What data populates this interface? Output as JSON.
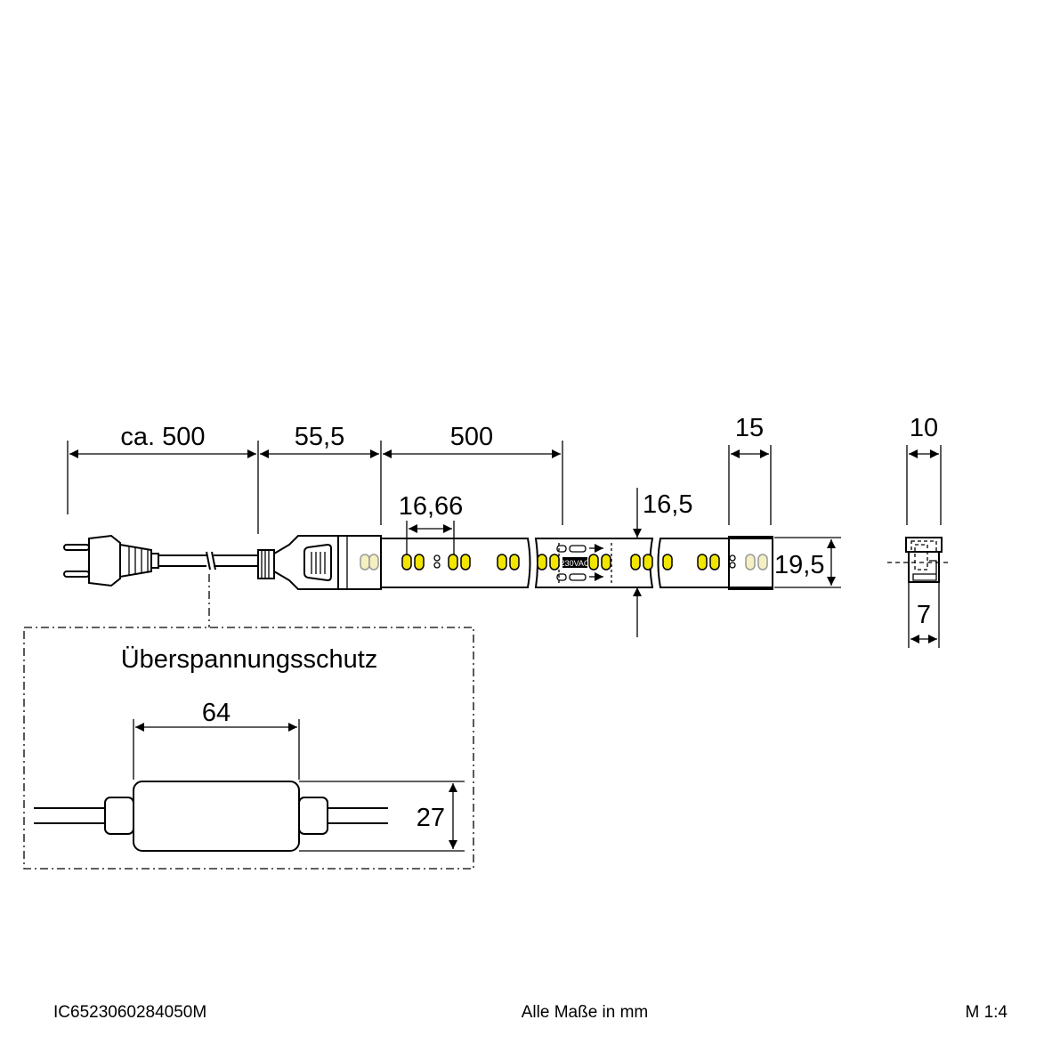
{
  "dimensions": {
    "cable_length": "ca. 500",
    "connector_length": "55,5",
    "segment_length": "500",
    "led_pitch": "16,66",
    "cut_width": "16,5",
    "end_cap_length": "15",
    "strip_height": "19,5",
    "profile_width": "10",
    "profile_height": "7",
    "protector_length": "64",
    "protector_height": "27"
  },
  "strip_label": "230VAC",
  "detail": {
    "title": "Überspannungsschutz"
  },
  "footer": {
    "article_number": "IC6523060284050M",
    "units_note": "Alle Maße in mm",
    "scale": "M 1:4"
  },
  "colors": {
    "led": "#f2e500",
    "led_pale": "#f5f0c0",
    "line": "#000000"
  }
}
